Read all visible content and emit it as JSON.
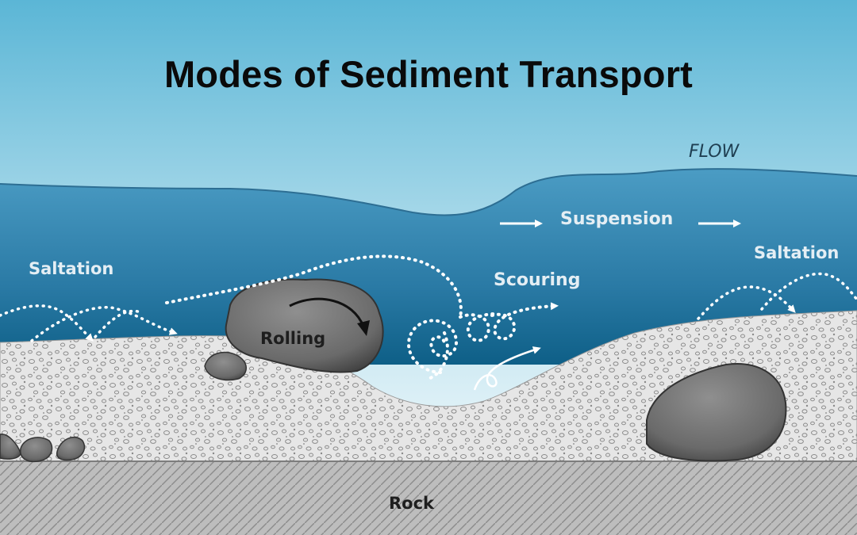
{
  "diagram": {
    "title": "Modes of Sediment Transport",
    "labels": {
      "flow": "FLOW",
      "suspension": "Suspension",
      "saltation_left": "Saltation",
      "saltation_right": "Saltation",
      "scouring": "Scouring",
      "rolling": "Rolling",
      "rock": "Rock"
    },
    "colors": {
      "sky_top": "#5bb6d6",
      "water_top": "#4b9cc4",
      "water_deep": "#0e5f87",
      "gravel": "#e6e6e6",
      "rock_layer": "#bdbdbd",
      "boulder": "#6f6f6f",
      "arrow": "#ffffff",
      "label_light": "#e4eef4",
      "label_dark": "#1e1e1e"
    },
    "icons": [
      "flow-arrow-icon",
      "dotted-trajectory-icon",
      "rotation-arrow-icon"
    ]
  }
}
